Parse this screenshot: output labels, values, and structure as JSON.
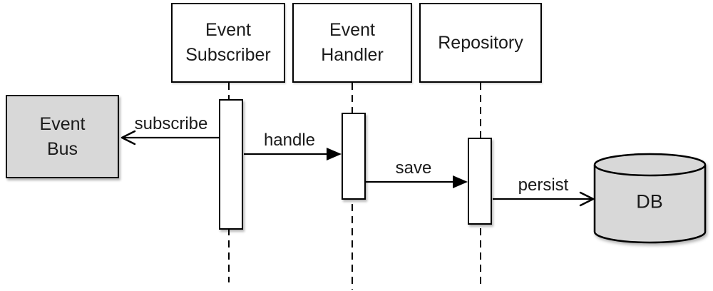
{
  "diagram": {
    "type": "uml-sequence-diagram",
    "participants": [
      {
        "id": "event-subscriber",
        "label": "Event\nSubscriber"
      },
      {
        "id": "event-handler",
        "label": "Event\nHandler"
      },
      {
        "id": "repository",
        "label": "Repository"
      }
    ],
    "external_nodes": [
      {
        "id": "event-bus",
        "shape": "rectangle",
        "label": "Event\nBus"
      },
      {
        "id": "db",
        "shape": "cylinder",
        "label": "DB"
      }
    ],
    "messages": [
      {
        "label": "subscribe",
        "from": "event-subscriber",
        "to": "event-bus",
        "direction": "left",
        "arrowhead": "open"
      },
      {
        "label": "handle",
        "from": "event-subscriber",
        "to": "event-handler",
        "direction": "right",
        "arrowhead": "filled"
      },
      {
        "label": "save",
        "from": "event-handler",
        "to": "repository",
        "direction": "right",
        "arrowhead": "filled"
      },
      {
        "label": "persist",
        "from": "repository",
        "to": "db",
        "direction": "right",
        "arrowhead": "open"
      }
    ],
    "colors": {
      "stroke": "#000000",
      "node_fill_gray": "#d8d8d8",
      "activation_fill": "#ffffff",
      "background": "#ffffff",
      "text": "#1a1a1a"
    }
  }
}
